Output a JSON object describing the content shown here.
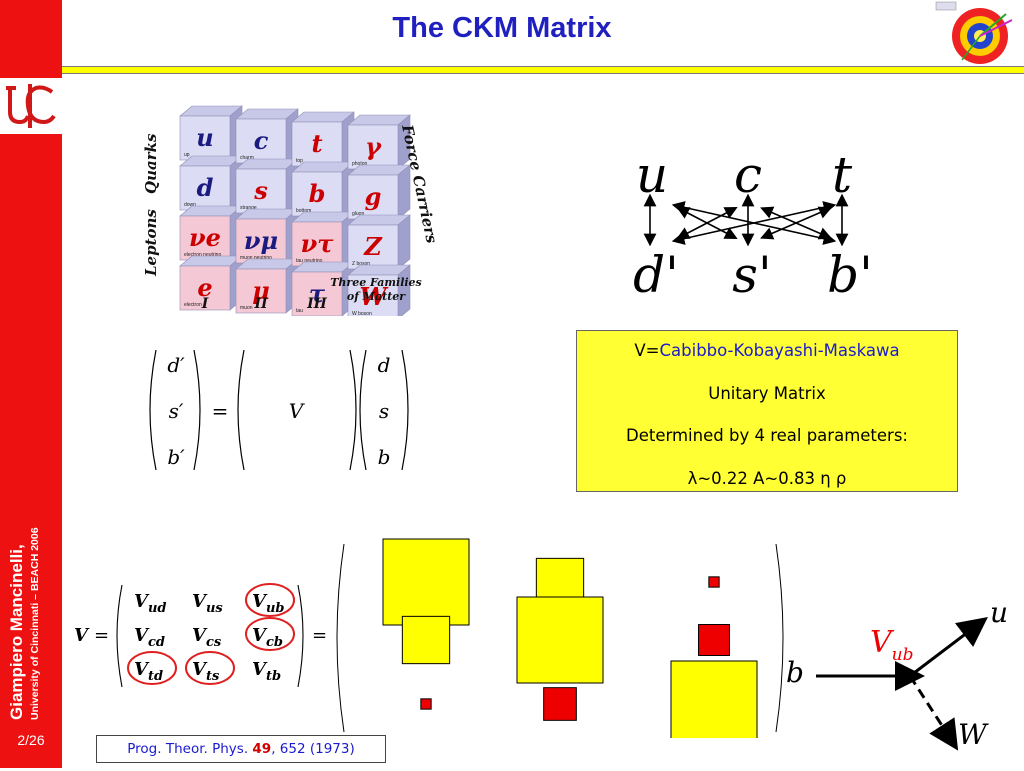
{
  "title": "The CKM Matrix",
  "sidebar": {
    "author": "Giampiero Mancinelli,",
    "affiliation": "University of Cincinnati – BEACH 2006",
    "slide_number": "2/26",
    "logo": "UC-logo"
  },
  "corner_logo": "detector-logo",
  "particle_cube": {
    "columns": [
      {
        "label": "I",
        "cells": [
          {
            "symbol": "u",
            "name": "up",
            "color": "#1a1a80"
          },
          {
            "symbol": "d",
            "name": "down",
            "color": "#1a1a80"
          },
          {
            "symbol": "νe",
            "name": "electron neutrino",
            "color": "#cc0000"
          },
          {
            "symbol": "e",
            "name": "electron",
            "color": "#cc0000"
          }
        ]
      },
      {
        "label": "II",
        "cells": [
          {
            "symbol": "c",
            "name": "charm",
            "color": "#1a1a80"
          },
          {
            "symbol": "s",
            "name": "strange",
            "color": "#cc0000"
          },
          {
            "symbol": "νμ",
            "name": "muon neutrino",
            "color": "#1a1a80"
          },
          {
            "symbol": "μ",
            "name": "muon",
            "color": "#cc0000"
          }
        ]
      },
      {
        "label": "III",
        "cells": [
          {
            "symbol": "t",
            "name": "top",
            "color": "#cc0000"
          },
          {
            "symbol": "b",
            "name": "bottom",
            "color": "#cc0000"
          },
          {
            "symbol": "ντ",
            "name": "tau neutrino",
            "color": "#cc0000"
          },
          {
            "symbol": "τ",
            "name": "tau",
            "color": "#1a1a80"
          }
        ]
      },
      {
        "label": "",
        "cells": [
          {
            "symbol": "γ",
            "name": "photon",
            "color": "#cc0000"
          },
          {
            "symbol": "g",
            "name": "gluon",
            "color": "#cc0000"
          },
          {
            "symbol": "Z",
            "name": "Z boson",
            "color": "#cc0000"
          },
          {
            "symbol": "W",
            "name": "W boson",
            "color": "#cc0000"
          }
        ]
      }
    ],
    "quarks_label": "Quarks",
    "leptons_label": "Leptons",
    "force_label": "Force Carriers",
    "families_label_1": "Three Families",
    "families_label_2": "of Matter"
  },
  "mixing_diagram": {
    "top": [
      "u",
      "c",
      "t"
    ],
    "bottom": [
      "d'",
      "s'",
      "b'"
    ]
  },
  "matrix_eq": {
    "left": [
      "d′",
      "s′",
      "b′"
    ],
    "eq": "=",
    "middle": "V",
    "right": [
      "d",
      "s",
      "b"
    ]
  },
  "info": {
    "line1_prefix": "V=",
    "line1_name": "Cabibbo-Kobayashi-Maskawa",
    "line2": "Unitary Matrix",
    "line3": "Determined by 4 real parameters:",
    "line4": "λ~0.22 A~0.83 η ρ"
  },
  "v_matrix": {
    "lhs": "V",
    "eq1": "=",
    "eq2": "=",
    "rows": [
      [
        {
          "main": "V",
          "sub": "ud",
          "circled": false
        },
        {
          "main": "V",
          "sub": "us",
          "circled": false
        },
        {
          "main": "V",
          "sub": "ub",
          "circled": true
        }
      ],
      [
        {
          "main": "V",
          "sub": "cd",
          "circled": false
        },
        {
          "main": "V",
          "sub": "cs",
          "circled": false
        },
        {
          "main": "V",
          "sub": "cb",
          "circled": true
        }
      ],
      [
        {
          "main": "V",
          "sub": "td",
          "circled": true
        },
        {
          "main": "V",
          "sub": "ts",
          "circled": true
        },
        {
          "main": "V",
          "sub": "tb",
          "circled": false
        }
      ]
    ],
    "circle_color": "#e02020"
  },
  "magnitude_boxes": {
    "colors": {
      "large": "#ffff00",
      "small": "#ee0000"
    },
    "rows": [
      [
        {
          "size": 1.0,
          "color": "large"
        },
        {
          "size": 0.55,
          "color": "large"
        },
        {
          "size": 0.12,
          "color": "small"
        }
      ],
      [
        {
          "size": 0.55,
          "color": "large"
        },
        {
          "size": 1.0,
          "color": "large"
        },
        {
          "size": 0.36,
          "color": "small"
        }
      ],
      [
        {
          "size": 0.12,
          "color": "small"
        },
        {
          "size": 0.38,
          "color": "small"
        },
        {
          "size": 1.0,
          "color": "large"
        }
      ]
    ]
  },
  "decay_diagram": {
    "quark_in": "b",
    "quark_out": "u",
    "boson": "W",
    "coupling": "V",
    "coupling_sub": "ub",
    "coupling_color": "#ee0000"
  },
  "reference": {
    "journal": "Prog. Theor. Phys. ",
    "volume": "49",
    "rest": ", 652 (1973)"
  }
}
